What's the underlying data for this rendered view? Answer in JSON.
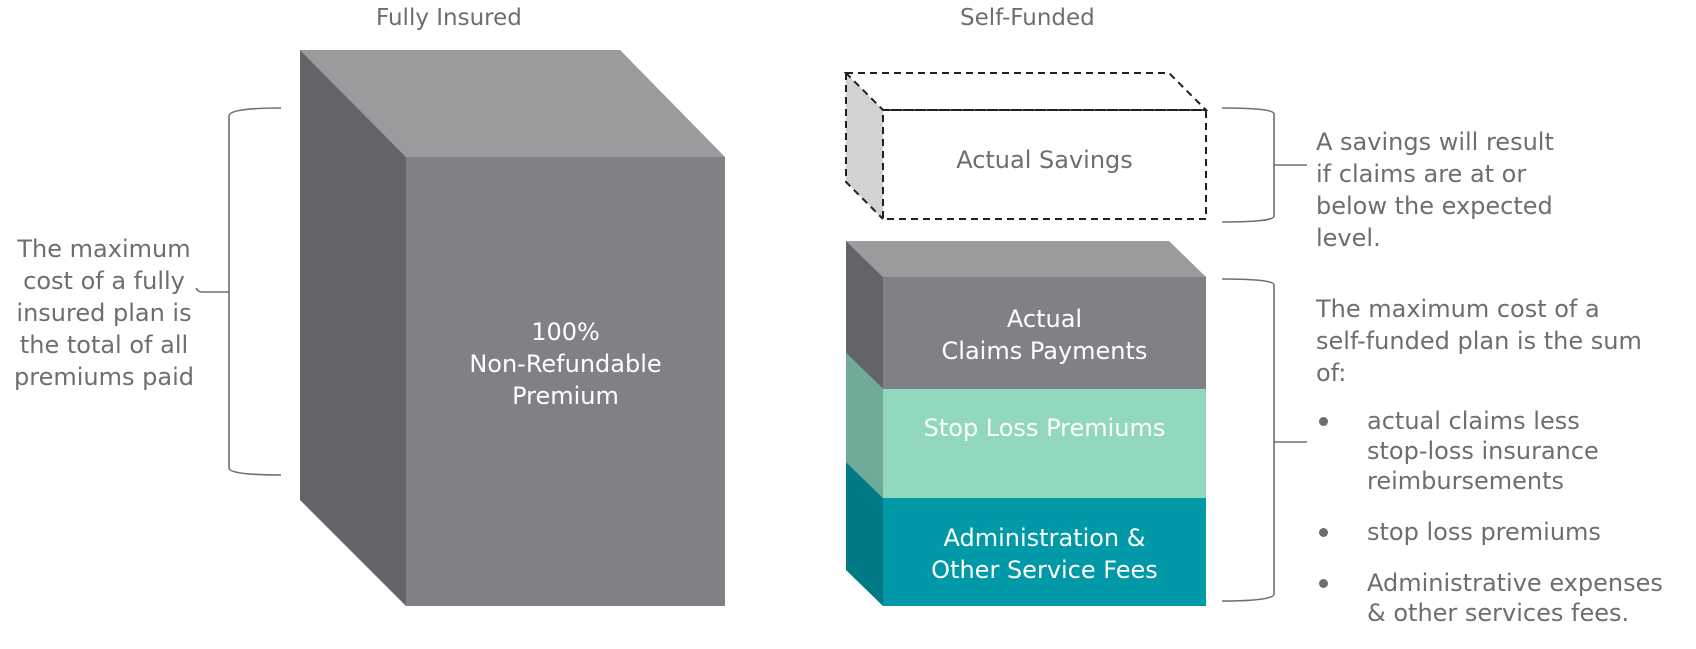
{
  "headers": {
    "fully_insured": "Fully Insured",
    "self_funded": "Self-Funded"
  },
  "fully_insured": {
    "side_note": [
      "The maximum",
      "cost of a fully",
      "insured plan is",
      "the total of all",
      "premiums paid"
    ],
    "box_label": [
      "100%",
      "Non-Refundable",
      "Premium"
    ]
  },
  "self_funded": {
    "savings_box_label": "Actual Savings",
    "savings_note": [
      "A savings will result",
      "if claims are at or",
      "below the expected",
      "level."
    ],
    "layers": [
      {
        "label": [
          "Actual",
          "Claims Payments"
        ]
      },
      {
        "label": [
          "Stop Loss Premiums"
        ]
      },
      {
        "label": [
          "Administration &",
          "Other Service Fees"
        ]
      }
    ],
    "cost_note": [
      "The maximum cost of a",
      "self-funded plan is the sum",
      "of:"
    ],
    "cost_items": [
      [
        "actual claims less",
        "stop-loss insurance",
        "reimbursements"
      ],
      [
        "stop loss premiums"
      ],
      [
        "Administrative expenses",
        "& other services fees."
      ]
    ]
  },
  "colors": {
    "text_gray": "#6d6e71",
    "cube_front": "#808184",
    "cube_side": "#636467",
    "cube_top": "#9a9b9d",
    "stop_loss_front": "#92d8bd",
    "stop_loss_side": "#6fab98",
    "admin_front": "#0199a8",
    "admin_side": "#017a86",
    "savings_side": "#d1d2d3"
  }
}
